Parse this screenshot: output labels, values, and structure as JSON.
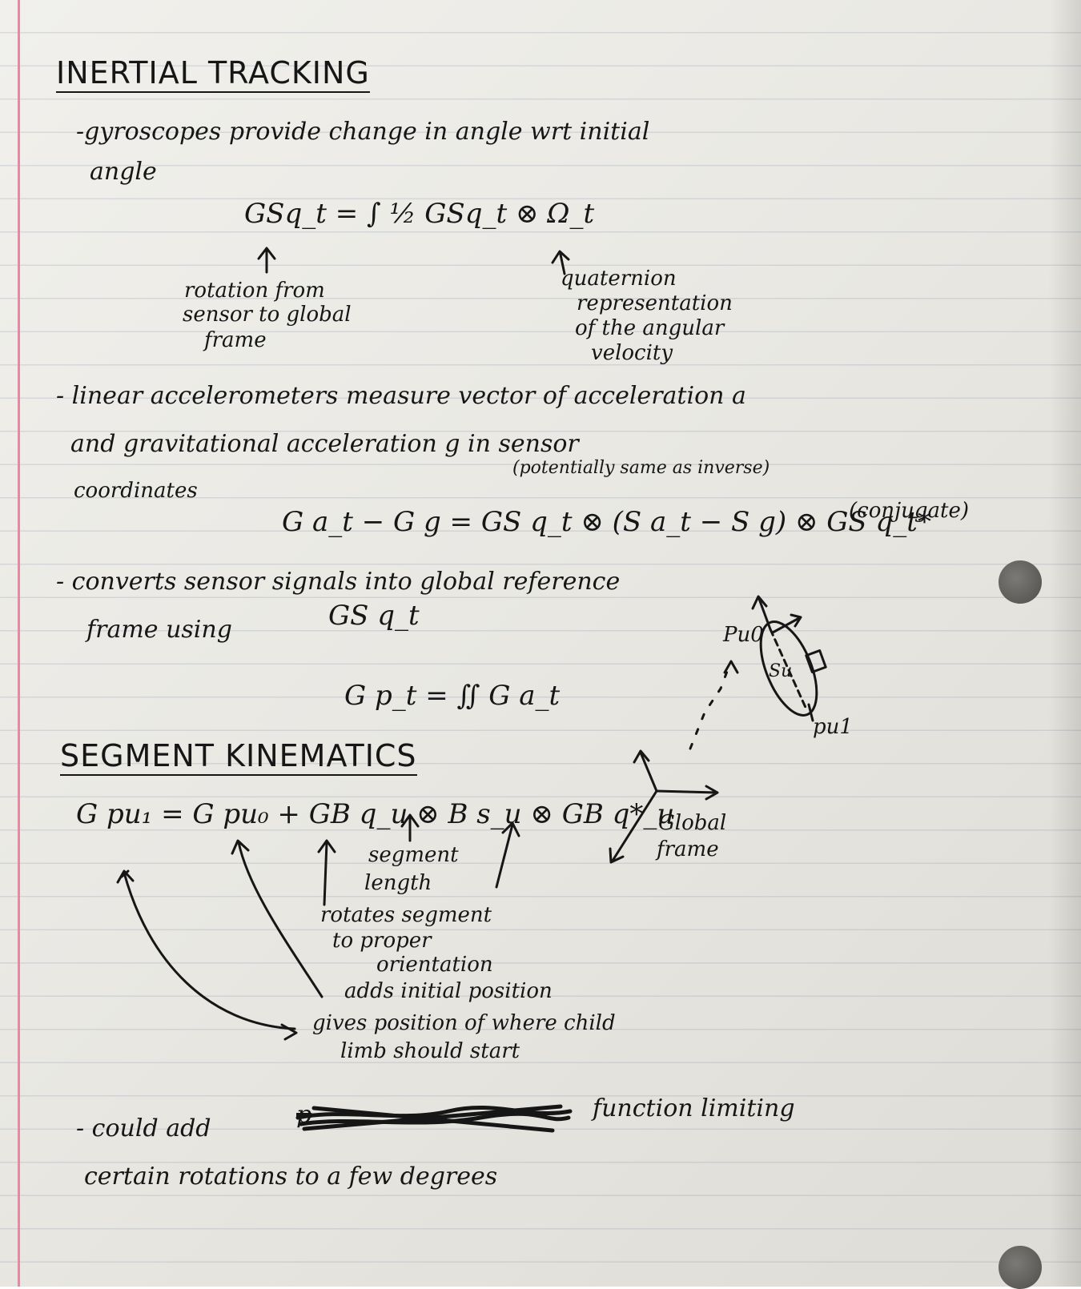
{
  "sections": {
    "inertial": {
      "title": "INERTIAL TRACKING",
      "bullet1_line1": "-gyroscopes provide change in angle wrt initial",
      "bullet1_line2": "angle",
      "eq1": "GSq_t = ∫ ½ GSq_t ⊗ Ω_t",
      "ann_rotation": [
        "rotation from",
        "sensor to global",
        "frame"
      ],
      "ann_quaternion": [
        "quaternion",
        "representation",
        "of the angular",
        "velocity"
      ],
      "bullet2_line1": "- linear accelerometers measure vector of acceleration a",
      "bullet2_line2": "and gravitational acceleration g in sensor",
      "bullet2_note": "(potentially same as inverse)",
      "bullet2_line3": "coordinates",
      "eq2": "G a_t − G g = GS q_t ⊗ (S a_t − S g) ⊗ GS q_t*",
      "eq2_note": "(conjugate)",
      "bullet3_line1": "- converts sensor signals into global reference",
      "bullet3_line2": "frame using",
      "bullet3_sym": "GS q_t",
      "eq3": "G p_t = ∬ G a_t",
      "diagram_labels": {
        "top": "Pu0",
        "middle": "Su",
        "bottom": "pu1"
      }
    },
    "segment": {
      "title": "SEGMENT KINEMATICS",
      "eq": "G pu₁ = G pu₀ + GB q_u ⊗ B s_u ⊗ GB q*_u",
      "axes_label": [
        "Global",
        "frame"
      ],
      "ann_segment_length": [
        "segment",
        "length"
      ],
      "ann_rotates": [
        "rotates segment",
        "to proper",
        "orientation"
      ],
      "ann_adds": "adds initial position",
      "ann_gives": [
        "gives position of where child",
        "limb should start"
      ],
      "bullet_line1": "- could add",
      "bullet_strike": "p",
      "bullet_line1_end": "function limiting",
      "bullet_line2": "certain rotations to a few degrees"
    }
  },
  "colors": {
    "ink": "#161616",
    "margin": "#e48aa7",
    "paper": "#ecebe6"
  }
}
